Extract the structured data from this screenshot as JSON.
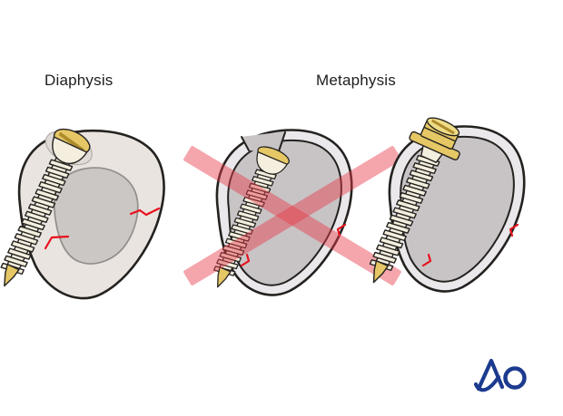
{
  "figure": {
    "labels": {
      "diaphysis": "Diaphysis",
      "metaphysis": "Metaphysis"
    },
    "logo": {
      "text": "AO"
    },
    "panels": [
      {
        "name": "diaphysis-countersunk-screw",
        "crossed_out": false
      },
      {
        "name": "metaphysis-countersunk-screw",
        "crossed_out": true
      },
      {
        "name": "metaphysis-screw-with-washer",
        "crossed_out": false
      }
    ]
  },
  "colors": {
    "bg": "#ffffff",
    "label": "#1d1d1f",
    "outline": "#24221f",
    "innerline": "#928e8a",
    "cortex": "#e9e4e0",
    "medulla": "#cbc7c4",
    "ring": "#eae8ea",
    "interior": "#c8c4c6",
    "recess": "#e0dbd6",
    "recess_line": "#b3ada7",
    "cream": "#f3eede",
    "gold": "#e5c766",
    "gold_light": "#eedc86",
    "gold_dark": "#ae8c2c",
    "fracture": "#e8101c",
    "cross": "#e63946",
    "ao": "#1c3a8f"
  }
}
